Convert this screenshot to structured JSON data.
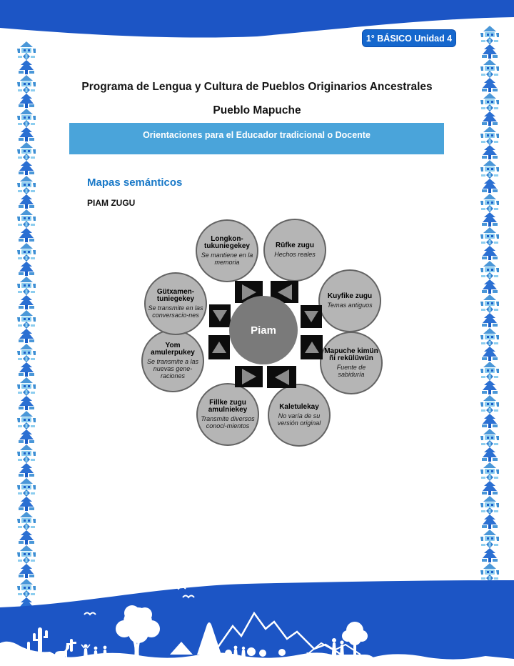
{
  "header": {
    "unit_badge": "1° BÁSICO Unidad 4"
  },
  "document": {
    "title_line1": "Programa de Lengua y Cultura de Pueblos Originarios Ancestrales",
    "title_line2": "Pueblo Mapuche",
    "banner": "Orientaciones para el Educador tradicional o Docente",
    "section_heading": "Mapas semánticos",
    "map_label": "PIAM ZUGU"
  },
  "diagram": {
    "center": "Piam",
    "nodes": [
      {
        "title": "Longkon-tukuniegekey",
        "subtitle": "Se mantiene en la memoria"
      },
      {
        "title": "Rüfke zugu",
        "subtitle": "Hechos reales"
      },
      {
        "title": "Kuyfike zugu",
        "subtitle": "Temas antiguos"
      },
      {
        "title": "Mapuche kimün ñi rekülüwün",
        "subtitle": "Fuente de sabiduría"
      },
      {
        "title": "Kaletulekay",
        "subtitle": "No varía de su versión original"
      },
      {
        "title": "Fillke zugu amulniekey",
        "subtitle": "Transmite diversos conoci-mientos"
      },
      {
        "title": "Yom amulerpukey",
        "subtitle": "Se transmite a las nuevas gene-raciones"
      },
      {
        "title": "Gütxamen-tuniegekey",
        "subtitle": "Se transmite en las conversacio-nes"
      }
    ]
  },
  "colors": {
    "primary_blue": "#1c55c5",
    "badge_blue": "#1567cd",
    "banner_blue": "#4aa4da",
    "heading_blue": "#1878c7",
    "node_gray": "#b5b5b5",
    "center_gray": "#7a7a7a",
    "arrow_square_black": "#0c0c0c",
    "arrow_triangle_gray": "#8c8c8c"
  }
}
